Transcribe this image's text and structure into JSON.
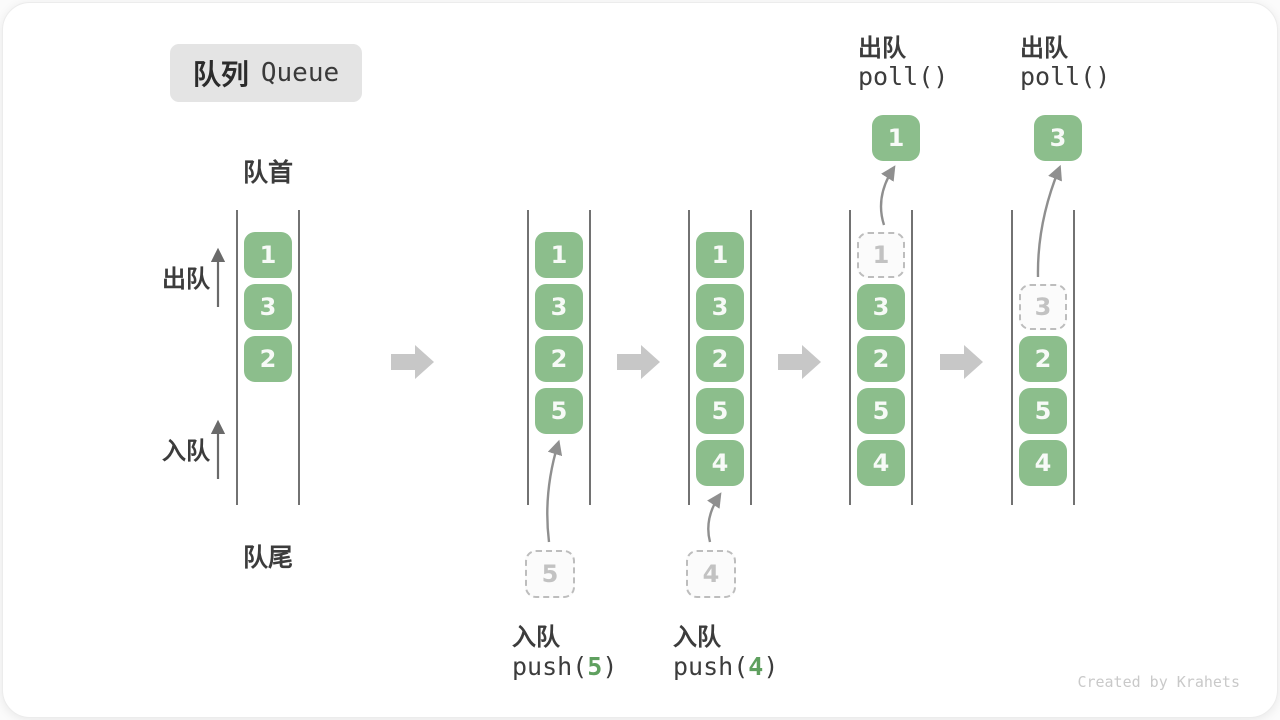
{
  "title": {
    "zh": "队列",
    "en": "Queue"
  },
  "labels": {
    "front": "队首",
    "rear": "队尾",
    "dequeue": "出队",
    "enqueue": "入队"
  },
  "footer": "Created by Krahets",
  "colors": {
    "card_bg": "#ffffff",
    "badge_bg": "#e4e4e4",
    "text": "#3c3c3c",
    "green": "#8cbe8c",
    "green_text": "#f7faf7",
    "dash_border": "#bdbdbd",
    "dash_text": "#c2c2c2",
    "dash_bg": "#fbfbfb",
    "line": "#4f4f4f",
    "block_arrow": "#c7c7c7",
    "curve_arrow": "#8f8f8f",
    "up_arrow": "#6a6a6a",
    "accent": "#5fa05f",
    "footer_text": "#c9c9c9"
  },
  "queue_states": [
    {
      "cells": [
        {
          "v": "1",
          "style": "solid"
        },
        {
          "v": "3",
          "style": "solid"
        },
        {
          "v": "2",
          "style": "solid"
        }
      ]
    },
    {
      "cells": [
        {
          "v": "1",
          "style": "solid"
        },
        {
          "v": "3",
          "style": "solid"
        },
        {
          "v": "2",
          "style": "solid"
        },
        {
          "v": "5",
          "style": "solid"
        }
      ],
      "staging": {
        "v": "5"
      },
      "op": {
        "position": "bottom",
        "label": "入队",
        "code_prefix": "push(",
        "arg": "5",
        "code_suffix": ")"
      }
    },
    {
      "cells": [
        {
          "v": "1",
          "style": "solid"
        },
        {
          "v": "3",
          "style": "solid"
        },
        {
          "v": "2",
          "style": "solid"
        },
        {
          "v": "5",
          "style": "solid"
        },
        {
          "v": "4",
          "style": "solid"
        }
      ],
      "staging": {
        "v": "4"
      },
      "op": {
        "position": "bottom",
        "label": "入队",
        "code_prefix": "push(",
        "arg": "4",
        "code_suffix": ")"
      }
    },
    {
      "cells": [
        {
          "v": "1",
          "style": "dashed"
        },
        {
          "v": "3",
          "style": "solid"
        },
        {
          "v": "2",
          "style": "solid"
        },
        {
          "v": "5",
          "style": "solid"
        },
        {
          "v": "4",
          "style": "solid"
        }
      ],
      "ejected": {
        "v": "1"
      },
      "op": {
        "position": "top",
        "label": "出队",
        "code": "poll()"
      }
    },
    {
      "cells": [
        {
          "v": "",
          "style": "empty"
        },
        {
          "v": "3",
          "style": "dashed"
        },
        {
          "v": "2",
          "style": "solid"
        },
        {
          "v": "5",
          "style": "solid"
        },
        {
          "v": "4",
          "style": "solid"
        }
      ],
      "ejected": {
        "v": "3"
      },
      "op": {
        "position": "top",
        "label": "出队",
        "code": "poll()"
      }
    }
  ]
}
